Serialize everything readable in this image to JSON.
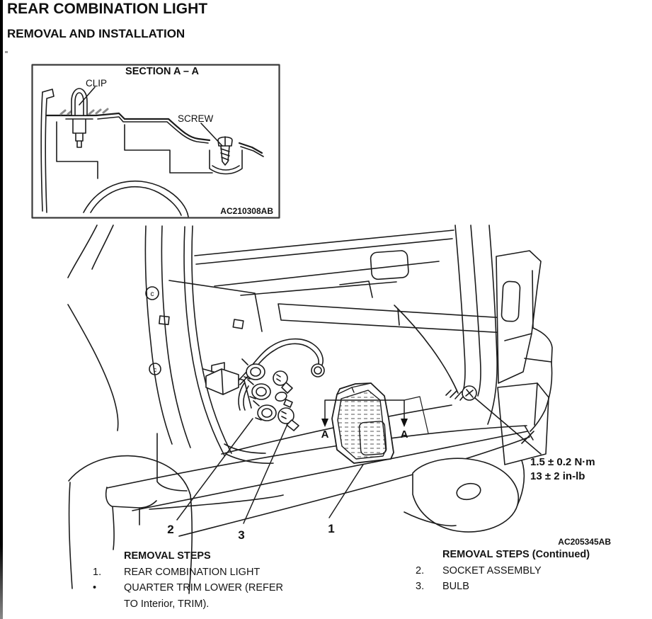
{
  "page": {
    "title": "REAR COMBINATION LIGHT",
    "subtitle": "REMOVAL AND INSTALLATION"
  },
  "inset": {
    "title": "SECTION A – A",
    "clip_label": "CLIP",
    "screw_label": "SCREW",
    "figure_code": "AC210308AB"
  },
  "figure": {
    "section_marker": "A",
    "clip_symbol": "c",
    "torque_nm": "1.5 ± 0.2 N·m",
    "torque_inlb": "13 ± 2 in-lb",
    "figure_code": "AC205345AB",
    "callout_1": "1",
    "callout_2": "2",
    "callout_3": "3"
  },
  "removal_steps": {
    "heading": "REMOVAL STEPS",
    "items": [
      {
        "marker": "1.",
        "text": "REAR COMBINATION LIGHT"
      },
      {
        "marker": "•",
        "text": "QUARTER TRIM LOWER (REFER TO Interior,  TRIM)."
      }
    ]
  },
  "removal_steps_continued": {
    "heading": "REMOVAL STEPS (Continued)",
    "items": [
      {
        "marker": "2.",
        "text": "SOCKET ASSEMBLY"
      },
      {
        "marker": "3.",
        "text": "BULB"
      }
    ]
  }
}
